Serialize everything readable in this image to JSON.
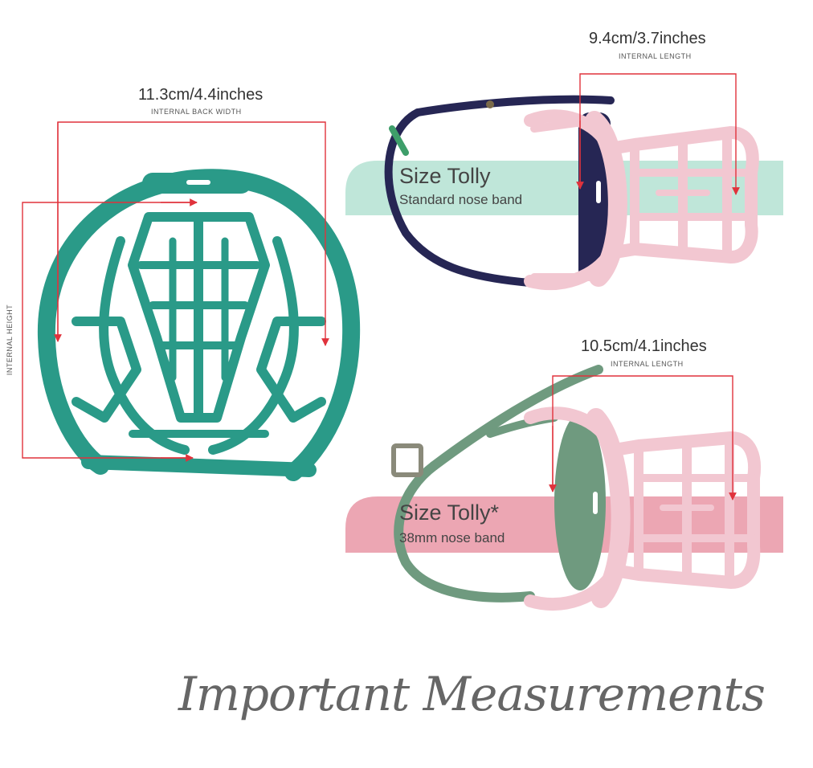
{
  "back_width": {
    "value": "11.3cm/4.4inches",
    "label": "INTERNAL BACK WIDTH"
  },
  "height": {
    "label": "INTERNAL HEIGHT"
  },
  "tolly": {
    "value": "9.4cm/3.7inches",
    "label": "INTERNAL LENGTH",
    "title": "Size Tolly",
    "subtitle": "Standard nose band"
  },
  "tolly_star": {
    "value": "10.5cm/4.1inches",
    "label": "INTERNAL LENGTH",
    "title": "Size Tolly*",
    "subtitle": "38mm nose band"
  },
  "heading": "Important Measurements",
  "colors": {
    "teal": "#2a9a88",
    "pink": "#f2c7d1",
    "navy": "#262654",
    "sage": "#6f9a7f",
    "mint_band": "#bfe6d9",
    "rose_band": "#eca6b3",
    "arrow": "#e0323c"
  }
}
